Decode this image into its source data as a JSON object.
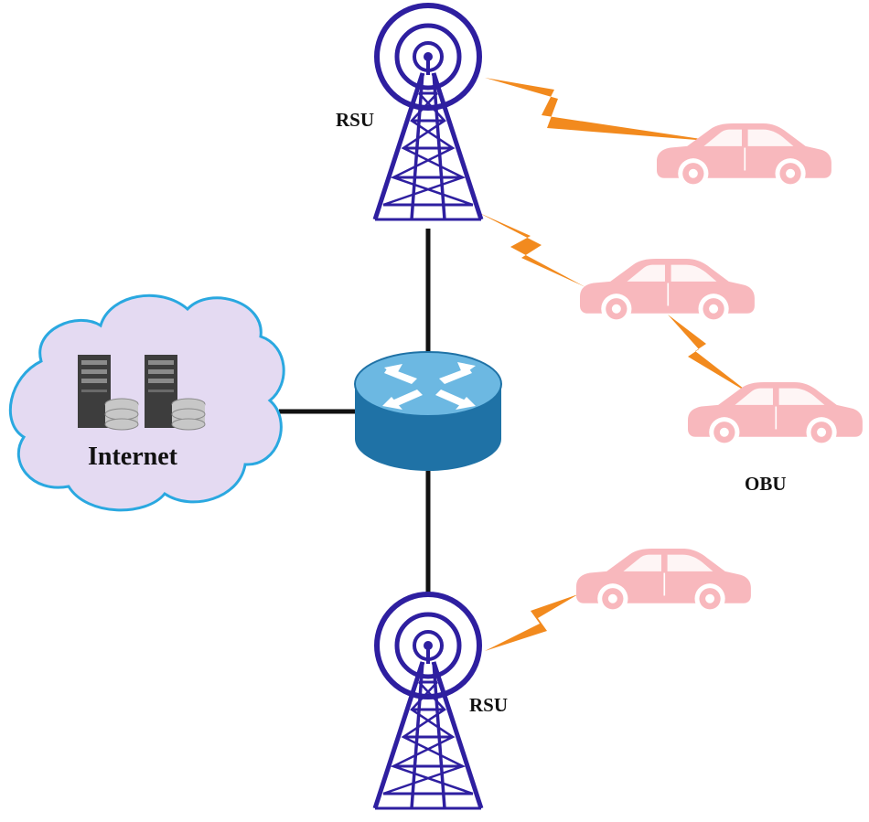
{
  "labels": {
    "rsu_top": "RSU",
    "rsu_bottom": "RSU",
    "obu": "OBU",
    "internet": "Internet"
  },
  "colors": {
    "tower": "#2e1fa0",
    "link": "#111111",
    "wireless": "#f28a1e",
    "car": "#f8b8bd",
    "car_detail": "#ffffff",
    "cloud_fill": "#e4daf2",
    "cloud_stroke": "#2aa8e0",
    "router_top": "#6cb8e2",
    "router_side": "#1f72a6",
    "server": "#3d3d3d",
    "disk": "#c7c7c7"
  },
  "icons": [
    "tower-icon",
    "router-icon",
    "cloud-icon",
    "server-icon",
    "car-icon",
    "lightning-link-icon"
  ]
}
